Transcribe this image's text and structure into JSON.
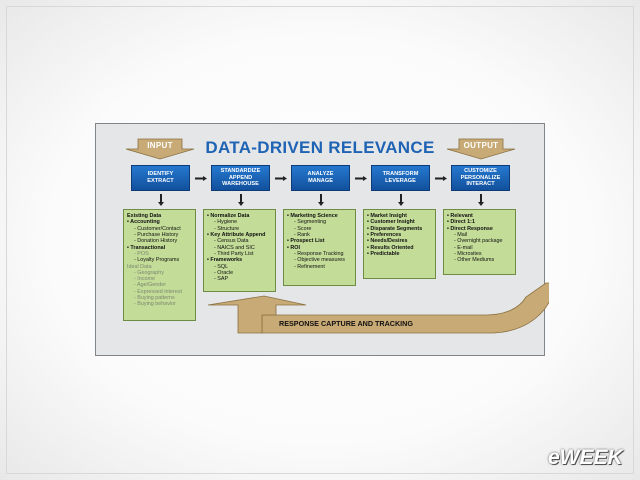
{
  "title": "DATA-DRIVEN RELEVANCE",
  "input_label": "INPUT",
  "output_label": "OUTPUT",
  "response_label": "RESPONSE CAPTURE AND TRACKING",
  "logo": "eWEEK",
  "colors": {
    "title": "#1f63b4",
    "blue_box": "#1a63b5",
    "green_box": "#c3dc98",
    "tan_arrow": "#c8aa76",
    "panel": "#e4e6e8"
  },
  "steps": [
    "IDENTIFY\nEXTRACT",
    "STANDARDIZE\nAPPEND\nWAREHOUSE",
    "ANALYZE\nMANAGE",
    "TRANSFORM\nLEVERAGE",
    "CUSTOMIZE\nPERSONALIZE\nINTERACT"
  ],
  "boxes": [
    [
      {
        "t": "Existing Data",
        "s": "h"
      },
      {
        "t": "• Accounting",
        "s": "h"
      },
      {
        "t": "- Customer/Contact",
        "s": "sub"
      },
      {
        "t": "- Purchase History",
        "s": "sub"
      },
      {
        "t": "- Donation History",
        "s": "sub"
      },
      {
        "t": "• Transactional",
        "s": "h"
      },
      {
        "t": "- POS",
        "s": "sub grey"
      },
      {
        "t": "- Loyalty Programs",
        "s": "sub"
      },
      {
        "t": "Ideal Data",
        "s": "grey"
      },
      {
        "t": "- Geography",
        "s": "sub grey"
      },
      {
        "t": "- Income",
        "s": "sub grey"
      },
      {
        "t": "- Age/Gender",
        "s": "sub grey"
      },
      {
        "t": "- Expressed interest",
        "s": "sub grey"
      },
      {
        "t": "- Buying patterns",
        "s": "sub grey"
      },
      {
        "t": "- Buying behavior",
        "s": "sub grey"
      }
    ],
    [
      {
        "t": "• Normalize Data",
        "s": "h"
      },
      {
        "t": "- Hygiene",
        "s": "sub"
      },
      {
        "t": "- Structure",
        "s": "sub"
      },
      {
        "t": "• Key Attribute Append",
        "s": "h"
      },
      {
        "t": "- Census Data",
        "s": "sub"
      },
      {
        "t": "- NAICS and SIC",
        "s": "sub"
      },
      {
        "t": "- Third Party List",
        "s": "sub"
      },
      {
        "t": "• Frameworks",
        "s": "h"
      },
      {
        "t": "- SQL",
        "s": "sub"
      },
      {
        "t": "- Oracle",
        "s": "sub"
      },
      {
        "t": "- SAP",
        "s": "sub"
      }
    ],
    [
      {
        "t": "• Marketing Science",
        "s": "h"
      },
      {
        "t": "- Segmenting",
        "s": "sub"
      },
      {
        "t": "- Score",
        "s": "sub"
      },
      {
        "t": "- Rank",
        "s": "sub"
      },
      {
        "t": "• Prospect List",
        "s": "h"
      },
      {
        "t": "• ROI",
        "s": "h"
      },
      {
        "t": "- Response Tracking",
        "s": "sub"
      },
      {
        "t": "- Objective measures",
        "s": "sub"
      },
      {
        "t": "- Refinement",
        "s": "sub"
      }
    ],
    [
      {
        "t": "• Market Insight",
        "s": "h"
      },
      {
        "t": "• Customer Insight",
        "s": "h"
      },
      {
        "t": "• Disparate Segments",
        "s": "h"
      },
      {
        "t": "• Preferences",
        "s": "h"
      },
      {
        "t": "• Needs/Desires",
        "s": "h"
      },
      {
        "t": "• Results Oriented",
        "s": "h"
      },
      {
        "t": "• Predictable",
        "s": "h"
      }
    ],
    [
      {
        "t": "• Relevant",
        "s": "h"
      },
      {
        "t": "• Direct 1:1",
        "s": "h"
      },
      {
        "t": "• Direct Response",
        "s": "h"
      },
      {
        "t": "- Mail",
        "s": "sub"
      },
      {
        "t": "- Overnight package",
        "s": "sub"
      },
      {
        "t": "- E-mail",
        "s": "sub"
      },
      {
        "t": "- Microsites",
        "s": "sub"
      },
      {
        "t": "- Other Mediums",
        "s": "sub"
      }
    ]
  ]
}
